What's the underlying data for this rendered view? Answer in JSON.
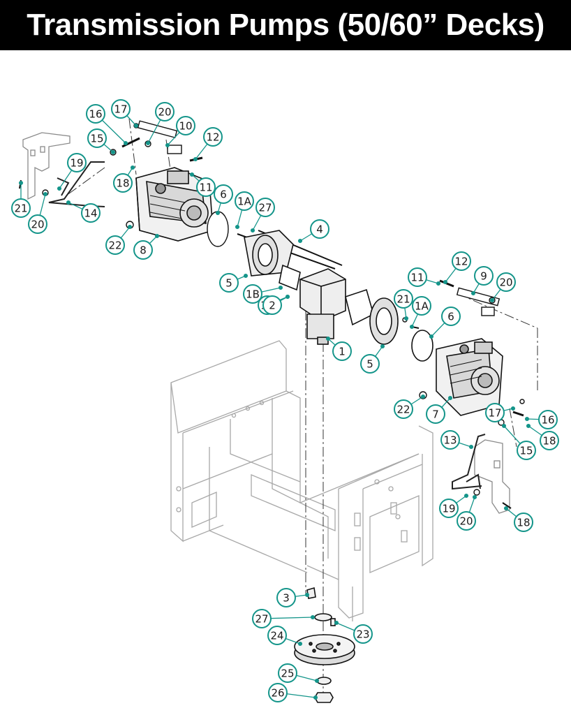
{
  "title": "Transmission Pumps (50/60” Decks)",
  "colors": {
    "callout": "#14958a",
    "line": "#222222",
    "frame": "#9a9a9a",
    "title_bg": "#000000",
    "title_fg": "#ffffff"
  },
  "callouts": [
    {
      "label": "16"
    },
    {
      "label": "17"
    },
    {
      "label": "20"
    },
    {
      "label": "10"
    },
    {
      "label": "15"
    },
    {
      "label": "12"
    },
    {
      "label": "19"
    },
    {
      "label": "18"
    },
    {
      "label": "11"
    },
    {
      "label": "21"
    },
    {
      "label": "20"
    },
    {
      "label": "14"
    },
    {
      "label": "6"
    },
    {
      "label": "1A"
    },
    {
      "label": "27"
    },
    {
      "label": "22"
    },
    {
      "label": "8"
    },
    {
      "label": "4"
    },
    {
      "label": "5"
    },
    {
      "label": "1B"
    },
    {
      "label": "1B"
    },
    {
      "label": "2"
    },
    {
      "label": "12"
    },
    {
      "label": "11"
    },
    {
      "label": "9"
    },
    {
      "label": "20"
    },
    {
      "label": "21"
    },
    {
      "label": "1A"
    },
    {
      "label": "6"
    },
    {
      "label": "1"
    },
    {
      "label": "5"
    },
    {
      "label": "22"
    },
    {
      "label": "7"
    },
    {
      "label": "17"
    },
    {
      "label": "16"
    },
    {
      "label": "18"
    },
    {
      "label": "15"
    },
    {
      "label": "13"
    },
    {
      "label": "19"
    },
    {
      "label": "20"
    },
    {
      "label": "18"
    },
    {
      "label": "3"
    },
    {
      "label": "27"
    },
    {
      "label": "23"
    },
    {
      "label": "24"
    },
    {
      "label": "25"
    },
    {
      "label": "26"
    }
  ]
}
